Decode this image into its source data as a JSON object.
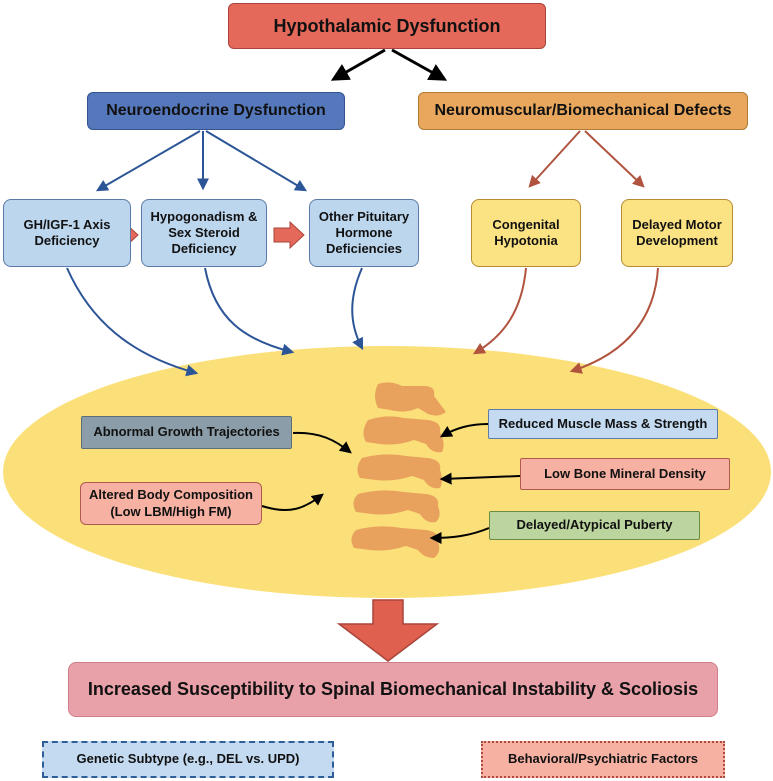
{
  "nodes": {
    "top": "Hypothalamic Dysfunction",
    "neuroendocrine": "Neuroendocrine Dysfunction",
    "neuromuscular": "Neuromuscular/Biomechanical Defects",
    "gh_igf": "GH/IGF-1 Axis\nDeficiency",
    "hypogonadism": "Hypogonadism &\nSex Steroid\nDeficiency",
    "other_pituitary": "Other Pituitary\nHormone\nDeficiencies",
    "hypotonia": "Congenital\nHypotonia",
    "delayed_motor": "Delayed Motor\nDevelopment"
  },
  "factors": {
    "growth": "Abnormal Growth Trajectories",
    "body_comp": "Altered Body Composition\n(Low LBM/High FM)",
    "muscle": "Reduced Muscle Mass & Strength",
    "bone": "Low Bone Mineral Density",
    "puberty": "Delayed/Atypical Puberty"
  },
  "outcome": "Increased Susceptibility to Spinal Biomechanical Instability & Scoliosis",
  "legend": {
    "genetic": "Genetic Subtype (e.g., DEL vs. UPD)",
    "behavioral": "Behavioral/Psychiatric Factors"
  },
  "colors": {
    "blue_arrow": "#2c5597",
    "brown_arrow": "#b0543f",
    "ellipse": "#fbe07a",
    "vertebra": "#e8a25d",
    "big_arrow": "#e06050"
  }
}
